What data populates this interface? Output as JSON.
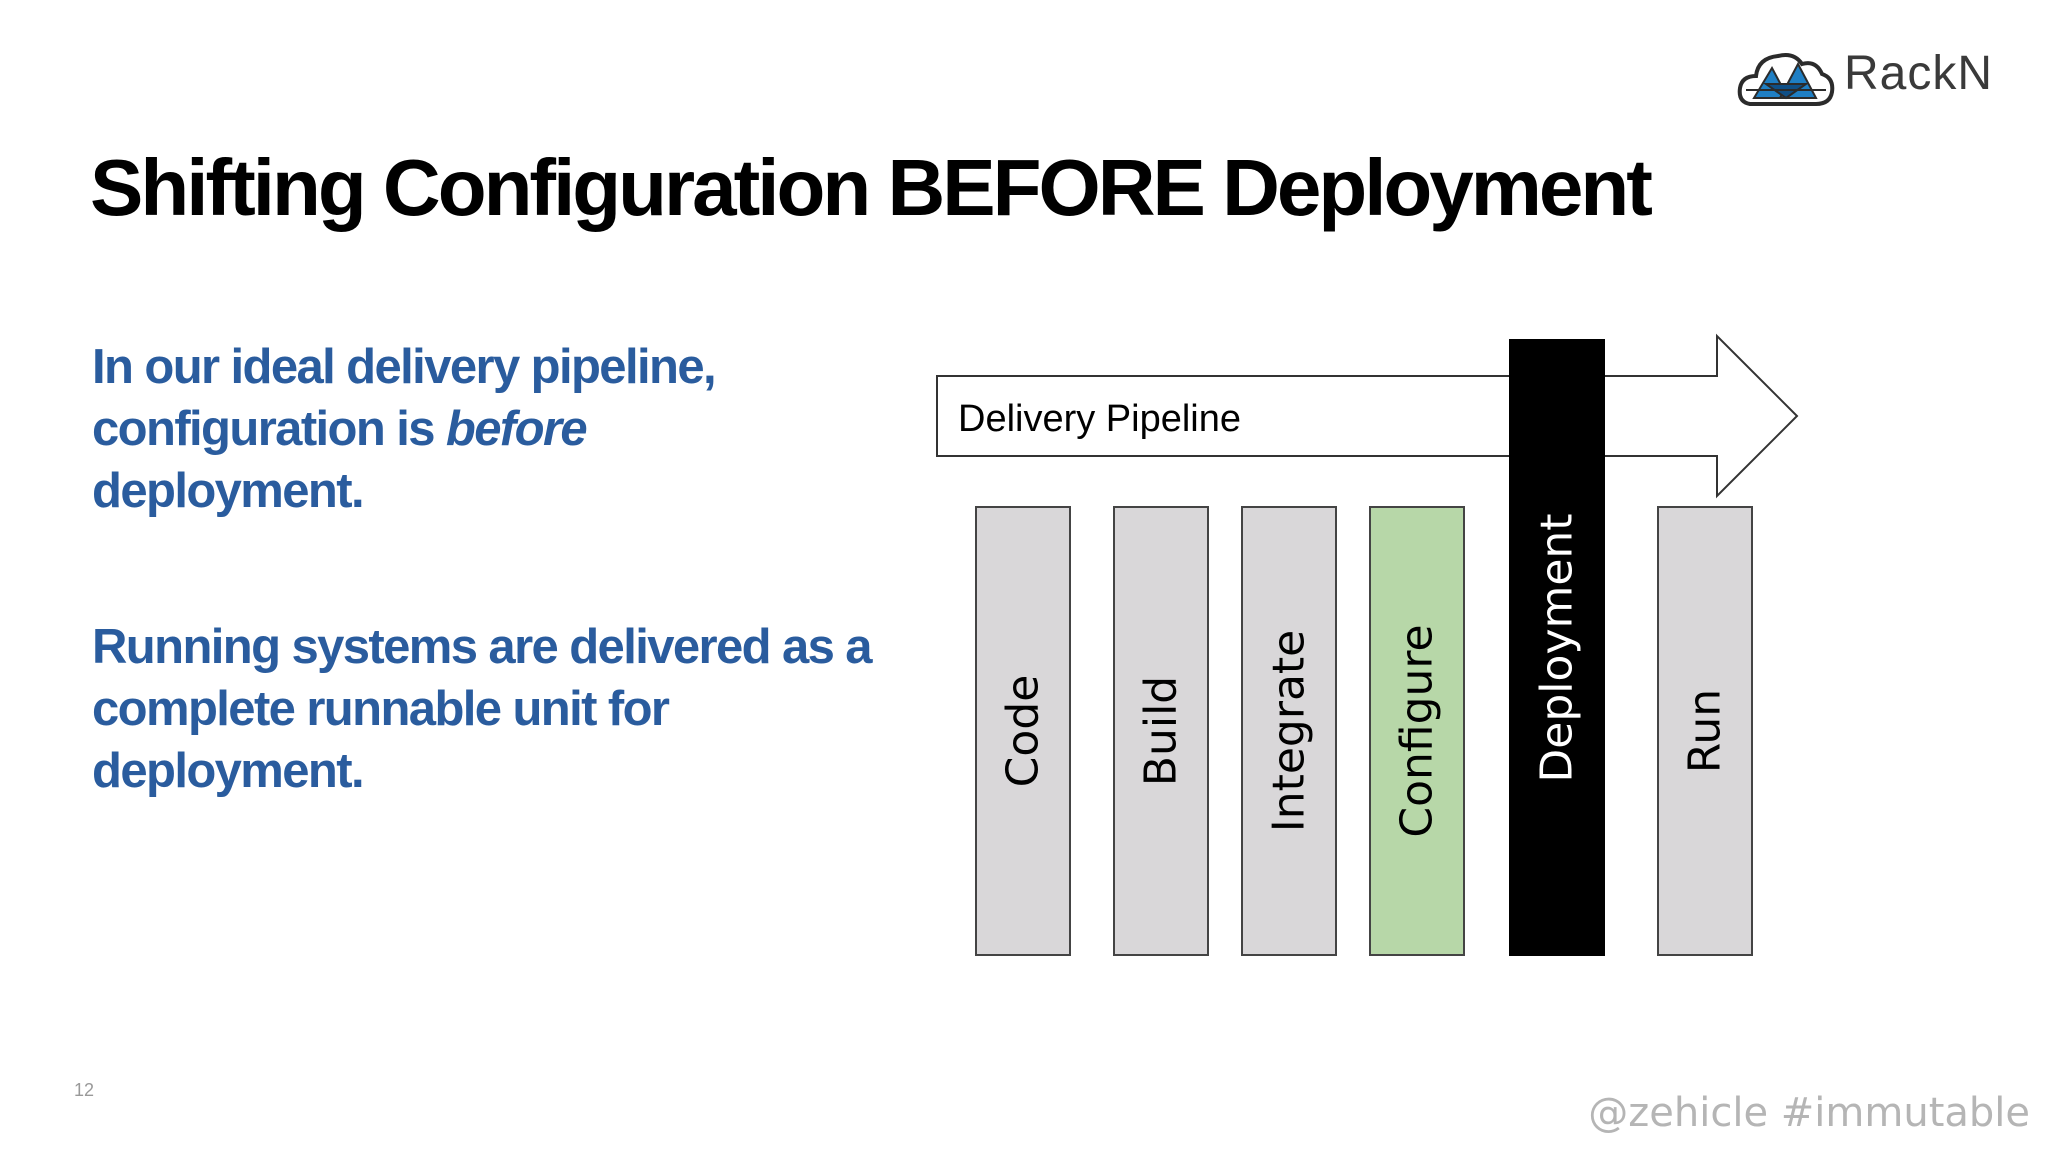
{
  "logo": {
    "text": "RackN"
  },
  "title": "Shifting Configuration BEFORE Deployment",
  "paragraph1": {
    "line1": "In our ideal delivery pipeline,",
    "line2_start": "configuration is ",
    "line2_emphasis": "before",
    "line3": "deployment."
  },
  "paragraph2": "Running systems are delivered as a complete runnable unit for deployment.",
  "diagram": {
    "pipeline_label": "Delivery Pipeline",
    "stages": [
      {
        "label": "Code",
        "style": "default",
        "color": "#d9d7d9"
      },
      {
        "label": "Build",
        "style": "default",
        "color": "#d9d7d9"
      },
      {
        "label": "Integrate",
        "style": "default",
        "color": "#d9d7d9"
      },
      {
        "label": "Configure",
        "style": "highlight",
        "color": "#b7d7a8"
      },
      {
        "label": "Deployment",
        "style": "emphasis",
        "color": "#000000"
      },
      {
        "label": "Run",
        "style": "default",
        "color": "#d9d7d9"
      }
    ]
  },
  "footer": {
    "page_number": "12",
    "handle": "@zehicle #immutable"
  },
  "colors": {
    "body_text": "#2a5c9e",
    "title": "#000000",
    "logo_blue": "#1f7fc4"
  }
}
